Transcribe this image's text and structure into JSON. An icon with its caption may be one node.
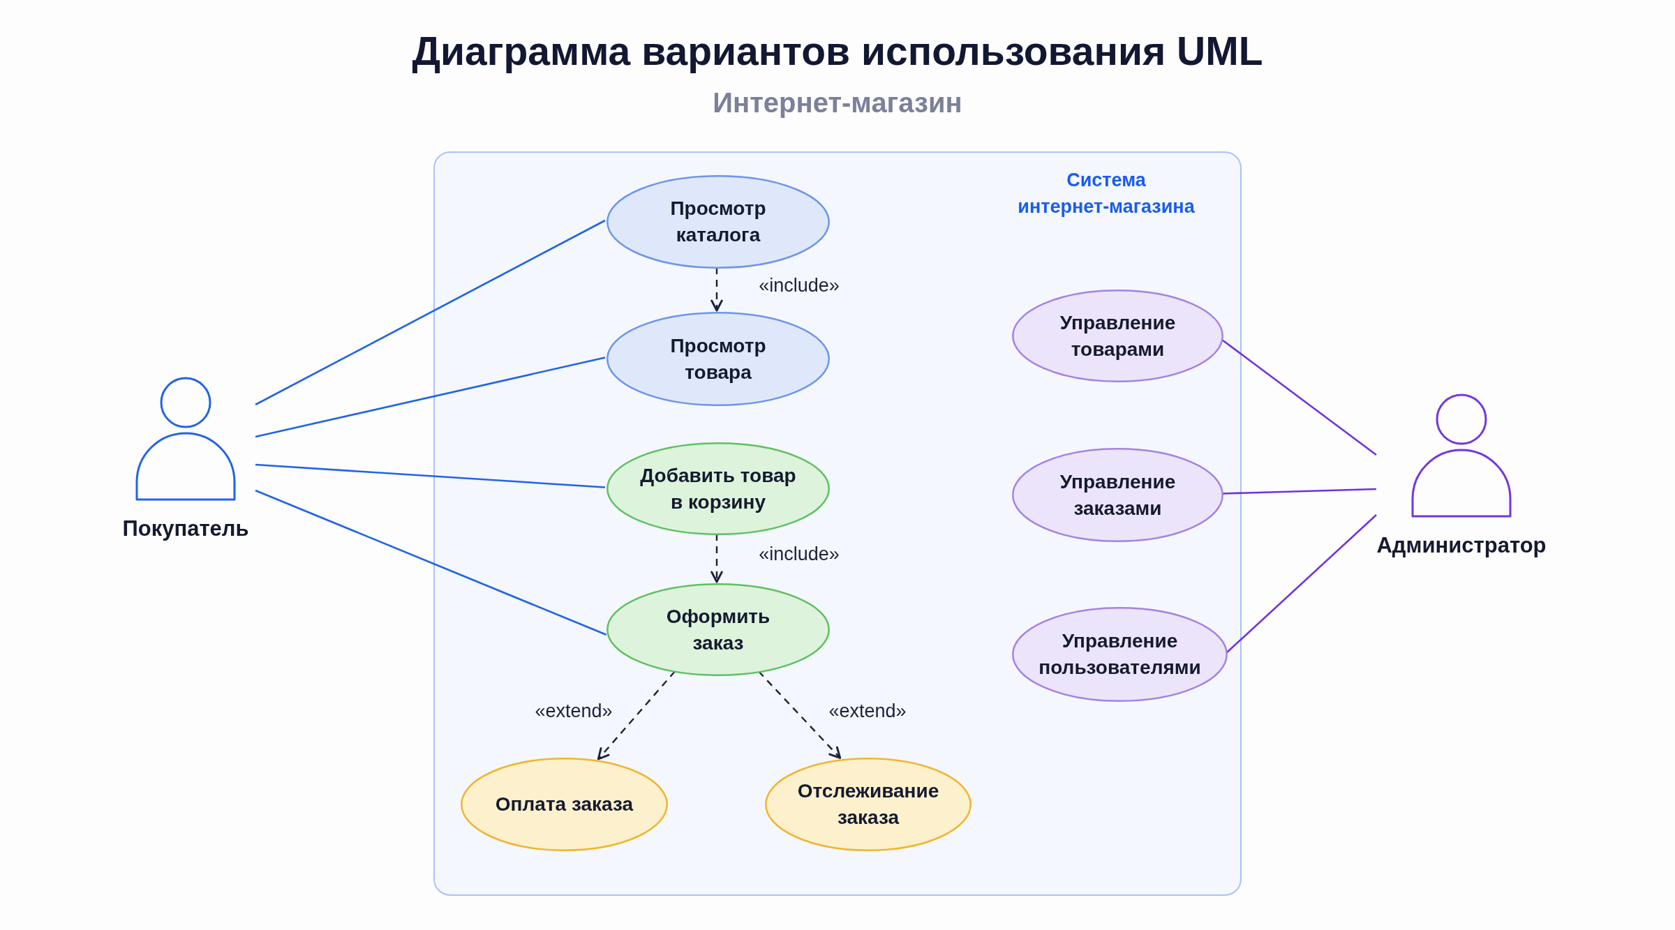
{
  "diagram": {
    "title": "Диаграмма вариантов использования UML",
    "nodes": [
      {
        "text": [
          "Покупатель"
        ]
      },
      {
        "text": [
          "Система интернет-магазина"
        ]
      },
      {
        "text": [
          "Просмотр каталога"
        ],
        "in": 1
      },
      {
        "text": [
          "Просмотр товара"
        ],
        "in": 1
      },
      {
        "text": [
          "Добавить товар в корзину"
        ],
        "in": 1
      },
      {
        "text": [
          "Оформить заказ"
        ],
        "in": 1
      },
      {
        "text": [
          "Оплата заказа"
        ],
        "in": 1
      },
      {
        "text": [
          "Отслеживание заказа"
        ],
        "in": 1
      },
      {
        "text": [
          "Управление товарами"
        ],
        "in": 1
      },
      {
        "text": [
          "Управление заказами"
        ],
        "in": 1
      },
      {
        "text": [
          "Управление пользователями"
        ],
        "in": 1
      },
      {
        "text": [
          "Администратор"
        ]
      }
    ],
    "edges": [
      {
        "from": 0,
        "to": 2,
        "arrow": "none"
      },
      {
        "from": 0,
        "to": 3,
        "arrow": "none"
      },
      {
        "from": 0,
        "to": 4,
        "arrow": "none"
      },
      {
        "from": 0,
        "to": 5,
        "arrow": "none"
      },
      {
        "from": 2,
        "to": 3,
        "arrow": "to",
        "label": "«include»",
        "style": "dashed",
        "color": "#1c2236"
      },
      {
        "from": 4,
        "to": 5,
        "arrow": "to",
        "label": "«include»",
        "style": "dashed",
        "color": "#1c2236"
      },
      {
        "from": 5,
        "to": 6,
        "arrow": "to",
        "label": "«extend»",
        "style": "dashed",
        "color": "#1c2236"
      },
      {
        "from": 5,
        "to": 7,
        "arrow": "to",
        "label": "«extend»",
        "style": "dashed",
        "color": "#1c2236"
      },
      {
        "from": 11,
        "to": 8,
        "arrow": "none",
        "color": "#6d32e0"
      },
      {
        "from": 11,
        "to": 9,
        "arrow": "none",
        "color": "#6d32e0"
      },
      {
        "from": 11,
        "to": 10,
        "arrow": "none",
        "color": "#6d32e0"
      }
    ],
    "labels": [
      "Интернет-магазин"
    ]
  }
}
